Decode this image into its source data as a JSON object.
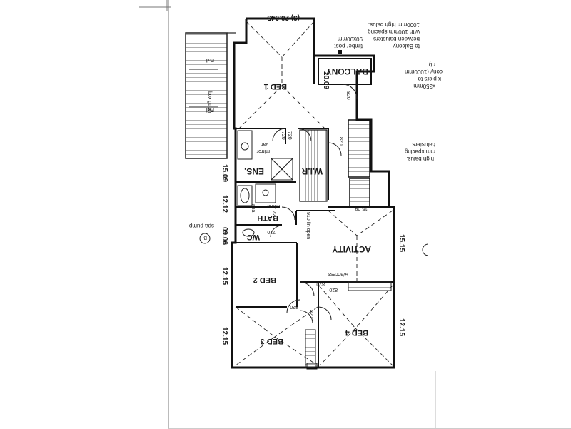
{
  "plan": {
    "rooms": {
      "bed1": "BED 1",
      "balcony": "BALCONY",
      "ensuite": "ENS.",
      "wir": "W.I.R",
      "bath": "BATH",
      "wc": "WC",
      "activity": "ACTIVITY",
      "bed2": "BED 2",
      "bed3": "BED 3",
      "bed4": "BED 4"
    },
    "dimensions": {
      "top_overall": "(3) 20.045",
      "balcony_level": "20.09",
      "left_15_09": "15.09",
      "left_12_12": "12.12",
      "left_09_06": "09.06",
      "left_12_15_upper": "12.15",
      "left_12_15_lower": "12.15",
      "right_15_15": "15.15",
      "right_12_15": "12.15"
    },
    "doors": {
      "d820_bed1": "820",
      "d720_ens": "720",
      "d720_wir": "720",
      "d820_stair": "820",
      "d720_bath": "720",
      "d720_wc": "720",
      "d820_bed2": "820",
      "d820_hall": "820",
      "d820_bed3": "820",
      "d820_bed4": "820"
    },
    "notes": {
      "balustrade_1": "1000mm high balus.",
      "balustrade_2": "with 100mm spacing",
      "balustrade_3": "between balusters",
      "balustrade_4": "to Balcony",
      "post": "90x90mm",
      "post_2": "timber post",
      "piers_1": "x350mm",
      "piers_2": "k piers to",
      "piers_3": "cony (1000mm",
      "piers_4": "nt)",
      "stair_note_1": "high balus.",
      "stair_note_2": "mm spacing",
      "stair_note_3": "balusters",
      "spa_pump": "spa pump",
      "grid_b": "B",
      "access": "R/access",
      "linen": "910 lin open",
      "mirror_ens": "mirror",
      "van_ens": "van",
      "mirror_bath": "mirror",
      "spa": "spa",
      "fall_1": "Fall",
      "fall_2": "Fall",
      "box_gutter": "box gutter",
      "step_15": "15.09"
    }
  }
}
